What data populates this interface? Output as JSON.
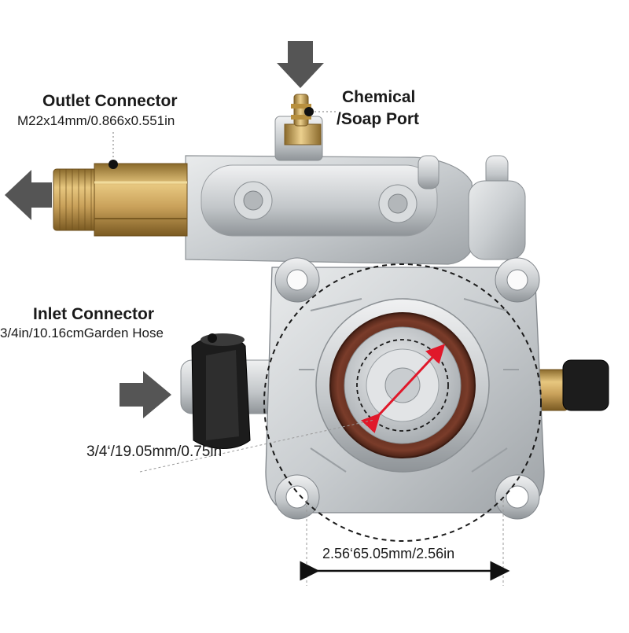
{
  "outlet": {
    "title": "Outlet Connector",
    "spec": "M22x14mm/0.866x0.551in"
  },
  "chemical": {
    "line1": "Chemical",
    "line2": "/Soap Port"
  },
  "inlet": {
    "title": "Inlet Connector",
    "spec": "3/4in/10.16cmGarden Hose"
  },
  "shaft": {
    "spec": "3/4‘/19.05mm/0.75in"
  },
  "mount": {
    "spec": "2.56‘65.05mm/2.56in"
  },
  "icons": {
    "arrow_down": "arrow-down-icon",
    "arrow_left": "arrow-left-icon",
    "arrow_right": "arrow-right-icon"
  },
  "colors": {
    "aluminum": "#cfd2d4",
    "brass": "#c9a15a",
    "seal": "#6b3324",
    "rubber": "#1c1c1c",
    "arrow": "#555555",
    "dimension": "#e0182a"
  }
}
